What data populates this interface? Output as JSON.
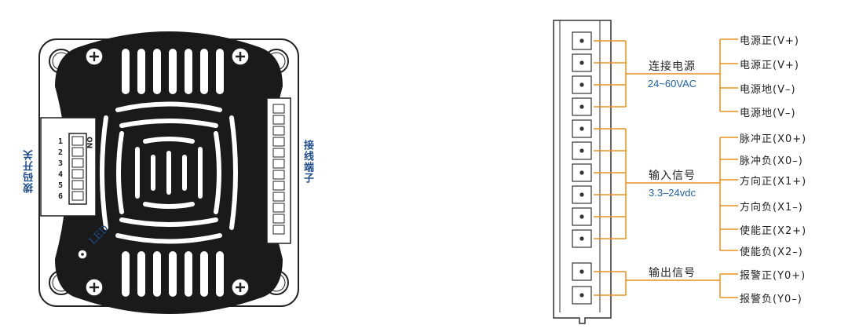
{
  "labels": {
    "dip_switch": "拨码开关",
    "terminal": "接线端子",
    "led": "LED",
    "dip_on": "ON",
    "dip_numbers": [
      "1",
      "2",
      "3",
      "4",
      "5",
      "6"
    ]
  },
  "groups": [
    {
      "title": "连接电源",
      "subtitle": "24~60VAC"
    },
    {
      "title": "输入信号",
      "subtitle": "3.3–24vdc"
    },
    {
      "title": "输出信号",
      "subtitle": ""
    }
  ],
  "signals": [
    "电源正(V+)",
    "电源正(V+)",
    "电源地(V–)",
    "电源地(V–)",
    "脉冲正(X0+)",
    "脉冲负(X0–)",
    "方向正(X1+)",
    "方向负(X1–)",
    "使能正(X2+)",
    "使能负(X2–)",
    "报警正(Y0+)",
    "报警负(Y0–)"
  ],
  "colors": {
    "wire": "#e8901f",
    "label_blue": "#1f4e8c",
    "body": "#1a1a1a",
    "outline": "#333333"
  }
}
